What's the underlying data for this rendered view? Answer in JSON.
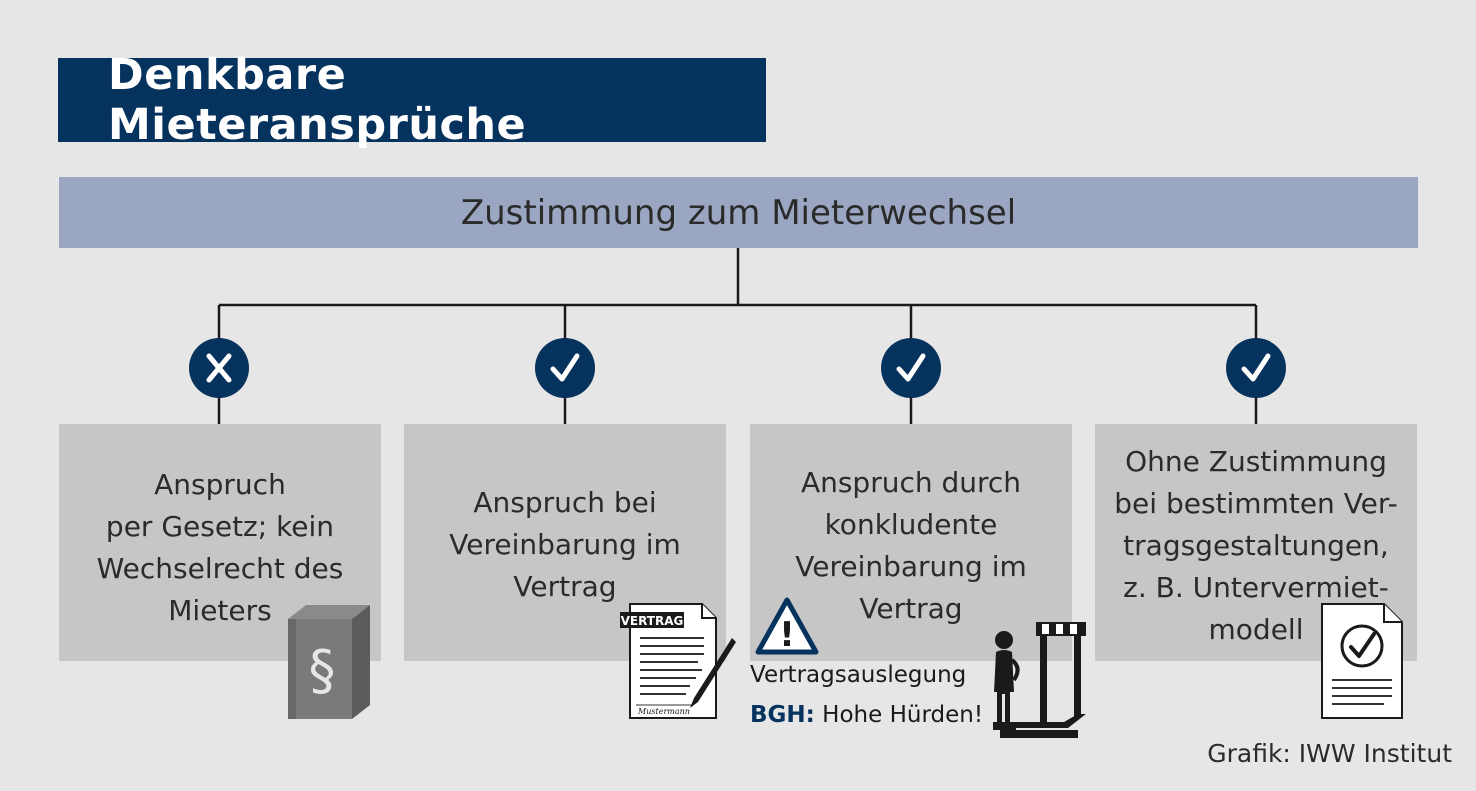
{
  "title": "Denkbare Mieteransprüche",
  "subtitle": "Zustimmung zum Mieterwechsel",
  "options": [
    {
      "status": "x",
      "status_icon": "x-icon",
      "lines": [
        "Anspruch",
        "per Gesetz; kein",
        "Wechselrecht des",
        "Mieters"
      ]
    },
    {
      "status": "check",
      "status_icon": "check-icon",
      "lines": [
        "Anspruch bei",
        "Vereinbarung im",
        "Vertrag"
      ]
    },
    {
      "status": "check",
      "status_icon": "check-icon",
      "lines": [
        "Anspruch durch",
        "konkludente",
        "Vereinbarung im",
        "Vertrag"
      ]
    },
    {
      "status": "check",
      "status_icon": "check-icon",
      "lines": [
        "Ohne Zustimmung",
        "bei bestimmten Ver-",
        "tragsgestaltungen,",
        "z. B. Untervermiet-",
        "modell"
      ]
    }
  ],
  "icons": {
    "law_book": {
      "symbol": "§"
    },
    "contract": {
      "header": "VERTRAG",
      "signature": "Mustermann"
    },
    "warning": {
      "symbol": "!"
    }
  },
  "warning_caption": {
    "line1": "Vertragsauslegung",
    "bgh_label": "BGH:",
    "bgh_text": "Hohe Hürden!"
  },
  "credit": "Grafik: IWW Institut",
  "colors": {
    "navy": "#06325e",
    "subtitle_bar": "#9ba6c3",
    "card": "#c6c6c6",
    "background": "#e6e6e6"
  }
}
